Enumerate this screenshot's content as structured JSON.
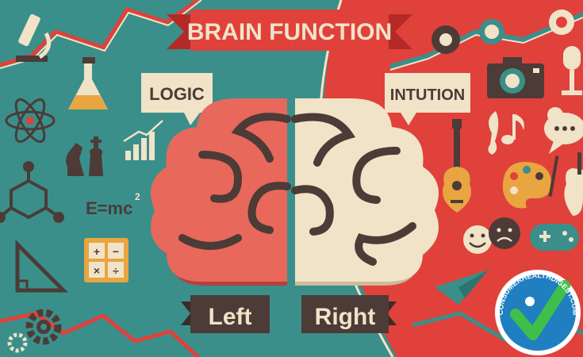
{
  "title": "BRAIN FUNCTION",
  "left": {
    "bubble": "LOGIC",
    "banner": "Left",
    "formula": "E=mc",
    "formula_exp": "2"
  },
  "right": {
    "bubble": "INTUTION",
    "banner": "Right"
  },
  "watermark": {
    "text": "CONSUMERHEALTHDIGEST.COM"
  },
  "colors": {
    "teal": "#3a8f8b",
    "red": "#e0413b",
    "cream": "#f1e3c8",
    "brown": "#4c3b36",
    "pink": "#e8685c",
    "gold": "#e8a540"
  },
  "icons": [
    "microscope-icon",
    "flask-icon",
    "atom-icon",
    "chess-icon",
    "growth-chart-icon",
    "molecule-icon",
    "formula-icon",
    "triangle-ruler-icon",
    "calculator-icon",
    "gear-icon",
    "camera-icon",
    "microphone-icon",
    "music-note-icon",
    "speech-bubble-icon",
    "ukulele-icon",
    "palette-icon",
    "violin-icon",
    "smiley-icon",
    "sad-face-icon",
    "gamepad-icon",
    "paper-plane-icon",
    "heart-icon",
    "vinyl-record-icon"
  ]
}
